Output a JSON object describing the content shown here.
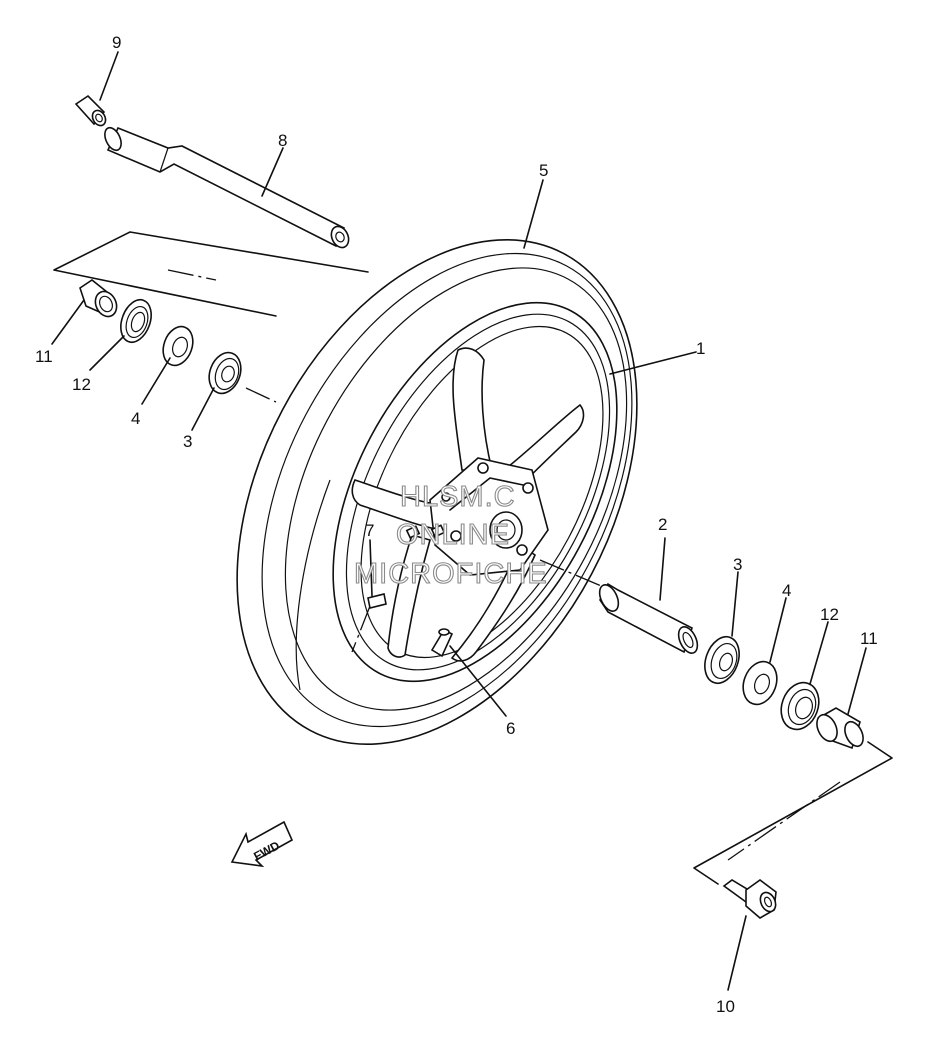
{
  "callouts": {
    "c1": "1",
    "c2": "2",
    "c3_left": "3",
    "c3_right": "3",
    "c4_left": "4",
    "c4_right": "4",
    "c5": "5",
    "c6": "6",
    "c7": "7",
    "c8": "8",
    "c9": "9",
    "c10": "10",
    "c11_left": "11",
    "c11_right": "11",
    "c12_left": "12",
    "c12_right": "12"
  },
  "watermark": {
    "line1": "HLSM.C",
    "line2": "ONLINE",
    "line3": "MICROFICHE"
  },
  "direction_arrow": {
    "label": "FWD"
  }
}
